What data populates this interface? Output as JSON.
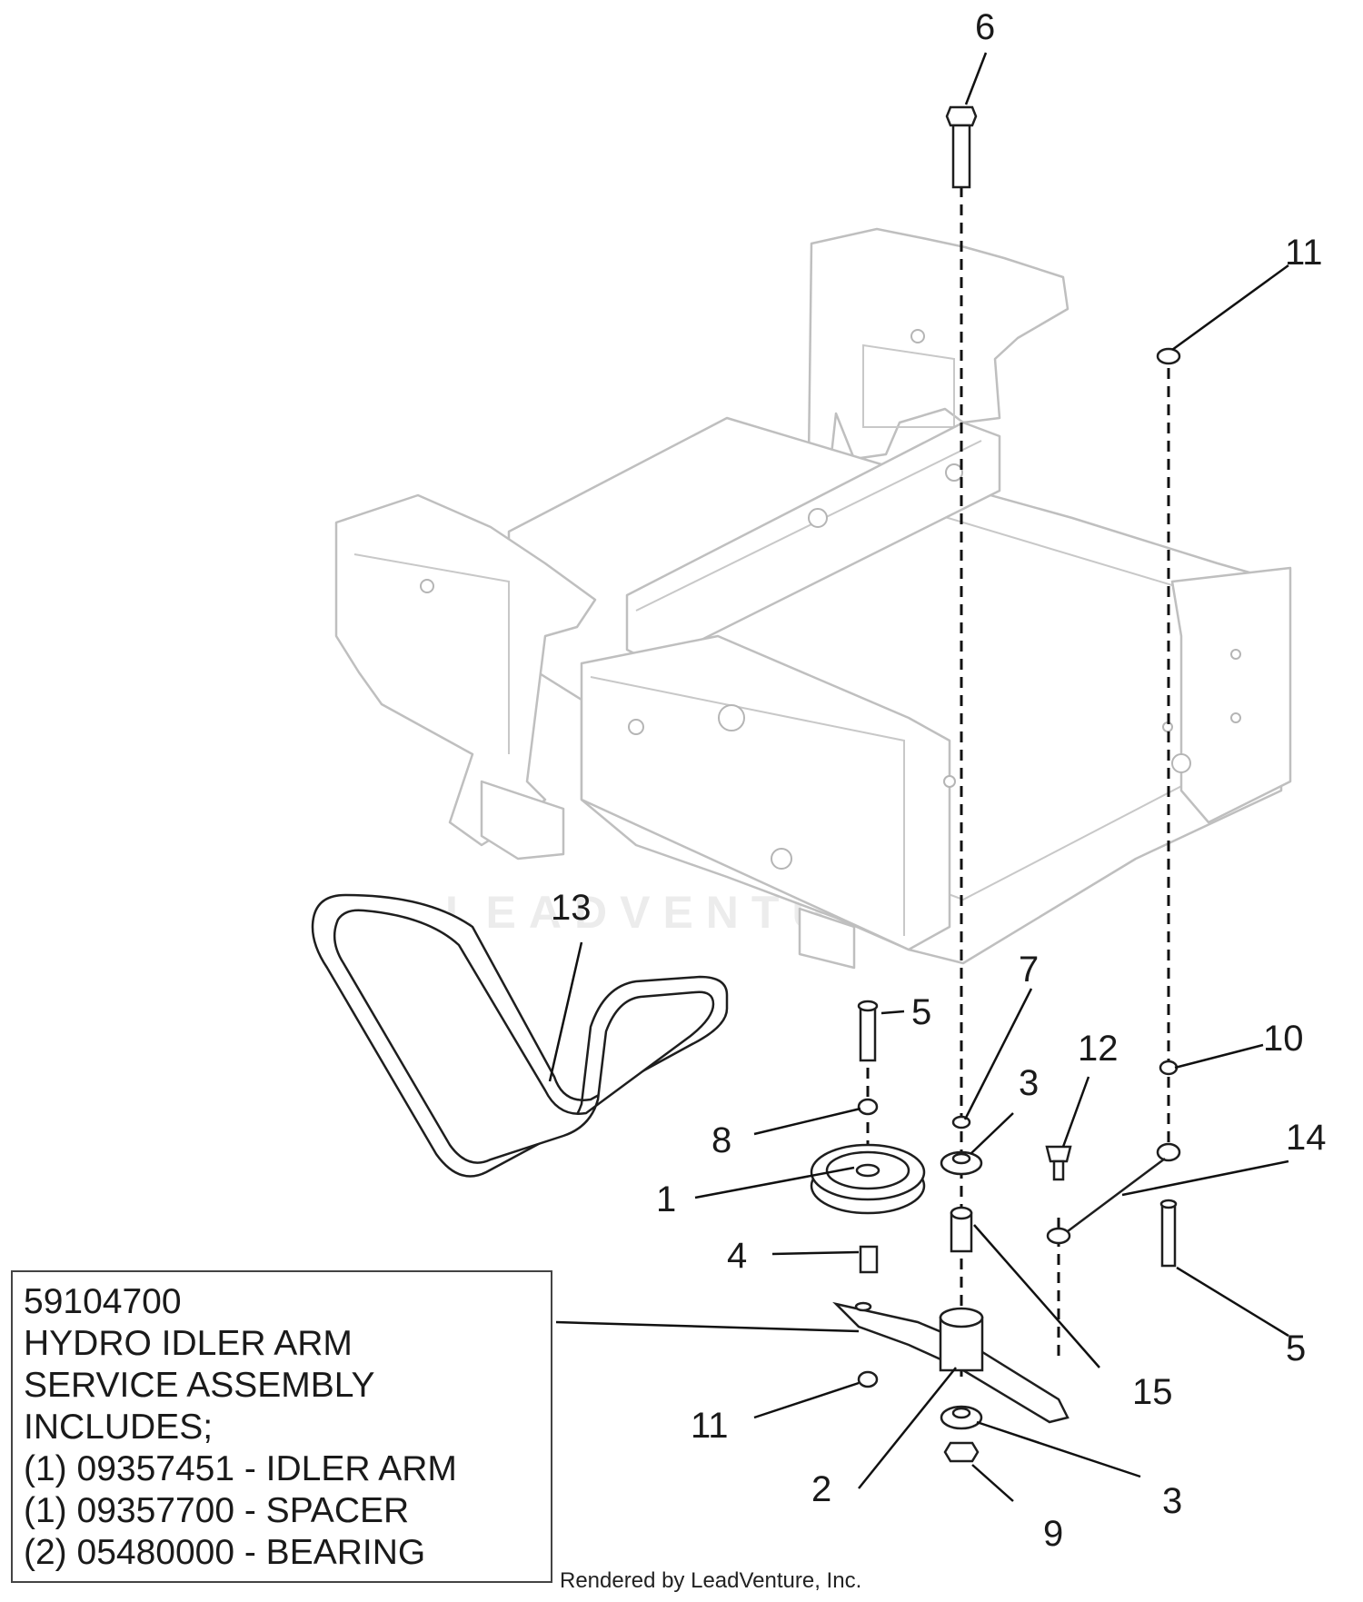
{
  "callouts": {
    "c1": "1",
    "c2": "2",
    "c3a": "3",
    "c3b": "3",
    "c4": "4",
    "c5a": "5",
    "c5b": "5",
    "c6": "6",
    "c7": "7",
    "c8": "8",
    "c9": "9",
    "c10": "10",
    "c11a": "11",
    "c11b": "11",
    "c12": "12",
    "c13": "13",
    "c14": "14",
    "c15": "15"
  },
  "info_box": {
    "lines": [
      "59104700",
      "HYDRO IDLER ARM",
      "SERVICE ASSEMBLY",
      "INCLUDES;",
      "(1) 09357451 - IDLER ARM",
      "(1) 09357700 - SPACER",
      "(2) 05480000 - BEARING"
    ]
  },
  "watermark": "LEADVENTURE",
  "credit": "Rendered by LeadVenture, Inc.",
  "colors": {
    "line": "#111111",
    "frame": "#bfbfbf",
    "watermark": "#ececec"
  },
  "icons": {
    "watermark_logo": "flame-logo-icon"
  }
}
